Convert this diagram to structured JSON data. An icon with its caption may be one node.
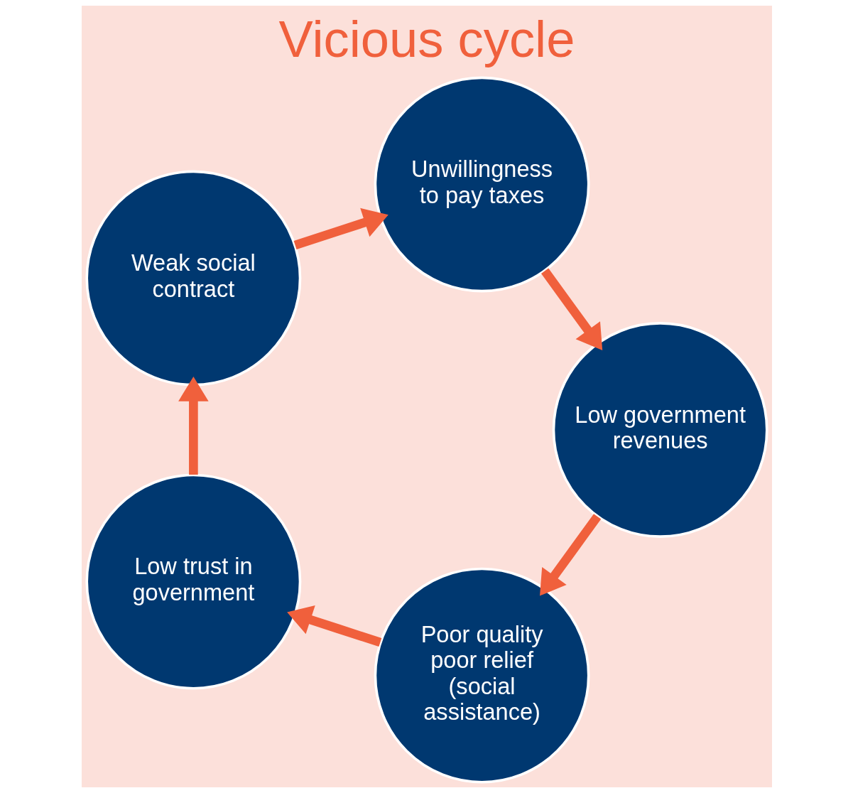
{
  "diagram": {
    "title": "Vicious cycle",
    "nodes": [
      {
        "text": [
          "Poor quality poor relief (social assistance)"
        ]
      },
      {
        "text": [
          "Low trust in government"
        ]
      },
      {
        "text": [
          "Weak social contract"
        ]
      },
      {
        "text": [
          "Unwillingness to pay taxes"
        ]
      },
      {
        "text": [
          "Low government revenues"
        ]
      }
    ],
    "edges": [
      {
        "from": 0,
        "to": 1,
        "arrow": "to"
      },
      {
        "from": 1,
        "to": 2,
        "arrow": "to"
      },
      {
        "from": 2,
        "to": 3,
        "arrow": "to"
      },
      {
        "from": 3,
        "to": 4,
        "arrow": "to"
      },
      {
        "from": 4,
        "to": 0,
        "arrow": "to"
      }
    ]
  }
}
